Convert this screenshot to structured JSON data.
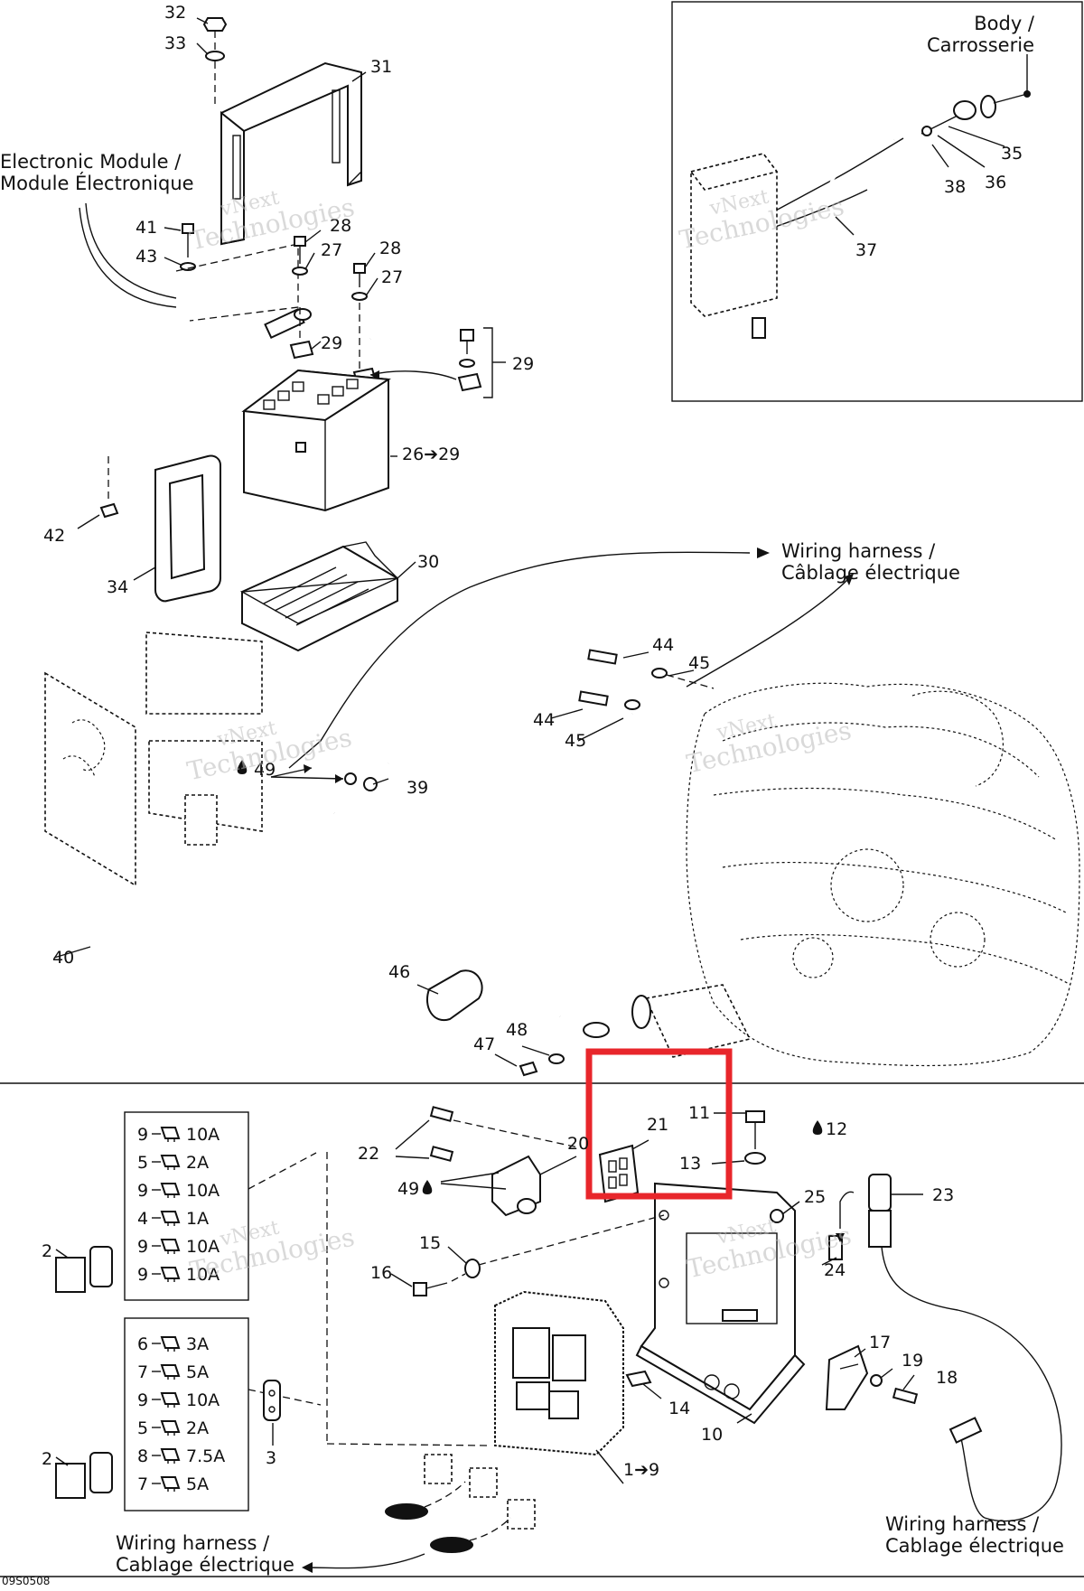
{
  "diagram": {
    "footer_code": "09S0508",
    "part_labels": [
      {
        "id": "p32",
        "text": "32"
      },
      {
        "id": "p33",
        "text": "33"
      },
      {
        "id": "p31",
        "text": "31"
      },
      {
        "id": "p41",
        "text": "41"
      },
      {
        "id": "p43",
        "text": "43"
      },
      {
        "id": "p28a",
        "text": "28"
      },
      {
        "id": "p27a",
        "text": "27"
      },
      {
        "id": "p28b",
        "text": "28"
      },
      {
        "id": "p27b",
        "text": "27"
      },
      {
        "id": "p29a",
        "text": "29"
      },
      {
        "id": "p29b",
        "text": "29"
      },
      {
        "id": "p26",
        "text": "26➔29"
      },
      {
        "id": "p42",
        "text": "42"
      },
      {
        "id": "p34",
        "text": "34"
      },
      {
        "id": "p30",
        "text": "30"
      },
      {
        "id": "p44a",
        "text": "44"
      },
      {
        "id": "p45a",
        "text": "45"
      },
      {
        "id": "p44b",
        "text": "44"
      },
      {
        "id": "p45b",
        "text": "45"
      },
      {
        "id": "p49a",
        "text": "49"
      },
      {
        "id": "p39",
        "text": "39"
      },
      {
        "id": "p40",
        "text": "40"
      },
      {
        "id": "p46",
        "text": "46"
      },
      {
        "id": "p47",
        "text": "47"
      },
      {
        "id": "p48",
        "text": "48"
      },
      {
        "id": "p35",
        "text": "35"
      },
      {
        "id": "p36",
        "text": "36"
      },
      {
        "id": "p38",
        "text": "38"
      },
      {
        "id": "p37",
        "text": "37"
      },
      {
        "id": "p22",
        "text": "22"
      },
      {
        "id": "p20",
        "text": "20"
      },
      {
        "id": "p21",
        "text": "21"
      },
      {
        "id": "p11",
        "text": "11"
      },
      {
        "id": "p12",
        "text": "12"
      },
      {
        "id": "p13",
        "text": "13"
      },
      {
        "id": "p49b",
        "text": "49"
      },
      {
        "id": "p25",
        "text": "25"
      },
      {
        "id": "p23",
        "text": "23"
      },
      {
        "id": "p15",
        "text": "15"
      },
      {
        "id": "p16",
        "text": "16"
      },
      {
        "id": "p24",
        "text": "24"
      },
      {
        "id": "p17",
        "text": "17"
      },
      {
        "id": "p19",
        "text": "19"
      },
      {
        "id": "p18",
        "text": "18"
      },
      {
        "id": "p14",
        "text": "14"
      },
      {
        "id": "p10",
        "text": "10"
      },
      {
        "id": "p3",
        "text": "3"
      },
      {
        "id": "p2a",
        "text": "2"
      },
      {
        "id": "p2b",
        "text": "2"
      },
      {
        "id": "p1",
        "text": "1➔9"
      }
    ],
    "captions": {
      "electronic_module": [
        "Electronic Module /",
        "Module Électronique"
      ],
      "body": [
        "Body /",
        "Carrosserie"
      ],
      "harness_top": [
        "Wiring harness /",
        "Câblage électrique"
      ],
      "harness_bottom_left": [
        "Wiring harness /",
        "Cablage électrique"
      ],
      "harness_bottom_right": [
        "Wiring harness /",
        "Cablage électrique"
      ]
    },
    "fuse_table_1": [
      {
        "num": "9",
        "rating": "10A"
      },
      {
        "num": "5",
        "rating": "2A"
      },
      {
        "num": "9",
        "rating": "10A"
      },
      {
        "num": "4",
        "rating": "1A"
      },
      {
        "num": "9",
        "rating": "10A"
      },
      {
        "num": "9",
        "rating": "10A"
      }
    ],
    "fuse_table_2": [
      {
        "num": "6",
        "rating": "3A"
      },
      {
        "num": "7",
        "rating": "5A"
      },
      {
        "num": "9",
        "rating": "10A"
      },
      {
        "num": "5",
        "rating": "2A"
      },
      {
        "num": "8",
        "rating": "7.5A"
      },
      {
        "num": "7",
        "rating": "5A"
      }
    ],
    "watermark": [
      "vNext",
      "Technologies"
    ]
  },
  "highlight": {
    "color": "#e8262b"
  }
}
